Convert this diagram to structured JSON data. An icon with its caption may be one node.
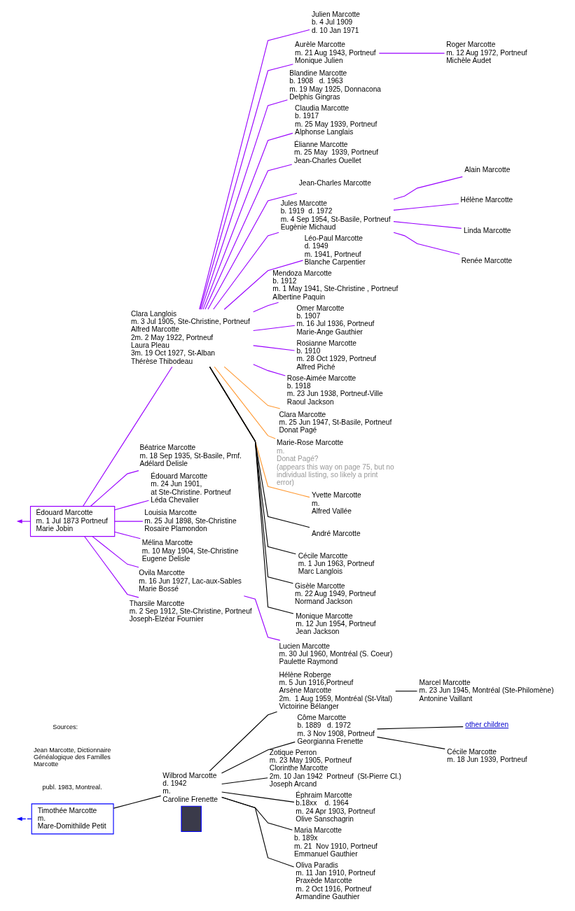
{
  "diagram": {
    "nodes": [
      {
        "text": [
          "Timothée Marcotte",
          "m.",
          "Mare-Domithilde Petit"
        ]
      },
      {
        "text": [],
        "shape": "box"
      },
      {
        "text": [
          "Wilbrod Marcotte",
          "d. 1942",
          "m.",
          "Caroline Frenette"
        ]
      },
      {
        "text": [
          "Hélène Roberge",
          "m. 5 Jun 1916,Portneuf",
          "Arsène Marcotte",
          "2m.  1 Aug 1959, Montréal (St-Vital)",
          "Victoirine Bélanger"
        ]
      },
      {
        "text": [
          "Marcel Marcotte",
          "m. 23 Jun 1945, Montréal (Ste-Philomène)",
          "Antonine Vaillant"
        ]
      },
      {
        "text": [
          "Côme Marcotte",
          "b. 1889   d. 1972",
          "m. 3 Nov 1908, Portneuf",
          "Georgianna Frenette"
        ]
      },
      {
        "text": [
          "other children"
        ]
      },
      {
        "text": [
          "Cécile Marcotte",
          "m. 18 Jun 1939, Portneuf"
        ]
      },
      {
        "text": [
          "Julien Marcotte",
          "b. 4 Jul 1909",
          "d. 10 Jan 1971"
        ]
      },
      {
        "text": [
          "Zotique Perron",
          "m. 23 May 1905, Portneuf",
          "Clorinthe Marcotte",
          "2m. 10 Jan 1942  Portneuf  (St-Pierre Cl.)",
          "Joseph Arcand"
        ]
      },
      {
        "text": [
          "Aurèle Marcotte",
          "m. 21 Aug 1943, Portneuf",
          "Monique Julien"
        ]
      },
      {
        "text": [
          "Roger Marcotte",
          "m. 12 Aug 1972, Portneuf",
          "Michèle Audet"
        ]
      },
      {
        "text": [
          "Blandine Marcotte",
          "b. 1908   d. 1963",
          "m. 19 May 1925, Donnacona",
          "Delphis Gingras"
        ]
      },
      {
        "text": [
          "Éphraim Marcotte",
          "b.18xx    d. 1964",
          "m. 24 Apr 1903, Portneuf",
          "Olive Sanschagrin"
        ]
      },
      {
        "text": [
          "Claudia Marcotte",
          "b. 1917",
          "m. 25 May 1939, Portneuf",
          "Alphonse Langlais"
        ]
      },
      {
        "text": [
          "Maria Marcotte",
          "b. 189x",
          "m. 21  Nov 1910, Portneuf",
          "Emmanuel Gauthier"
        ]
      },
      {
        "text": [
          "Élianne Marcotte",
          "m. 25 May  1939, Portneuf",
          "Jean-Charles Ouellet"
        ]
      },
      {
        "text": [
          "Oliva Paradis",
          "m. 11 Jan 1910, Portneuf",
          "Praxède Marcotte",
          "m. 2 Oct 1916, Portneuf",
          "Armandine Gauthier"
        ]
      },
      {
        "text": [
          "Jean-Charles Marcotte"
        ]
      },
      {
        "text": [
          "Jules Marcotte",
          "b. 1919  d. 1972",
          "m. 4 Sep 1954, St-Basile, Portneuf",
          "Eugènie Michaud"
        ]
      },
      {
        "text": [
          "Alain Marcotte"
        ]
      },
      {
        "text": [
          "Hélène Marcotte"
        ]
      },
      {
        "text": [
          "Linda Marcotte"
        ]
      },
      {
        "text": [
          "Renée Marcotte"
        ]
      },
      {
        "text": [
          "Léo-Paul Marcotte",
          "d. 1949",
          "m. 1941, Portneuf",
          "Blanche Carpentier"
        ]
      },
      {
        "text": [
          "Mendoza Marcotte",
          "b. 1912",
          "m. 1 May 1941, Ste-Christine , Portneuf",
          "Albertine Paquin"
        ]
      },
      {
        "text": [
          "Omer Marcotte",
          "b. 1907",
          "m. 16 Jul 1936, Portneuf",
          "Marie-Ange Gauthier"
        ]
      },
      {
        "text": [
          "Clara Langlois",
          "m. 3 Jul 1905, Ste-Christine, Portneuf",
          "Alfred Marcotte",
          "2m. 2 May 1922, Portneuf",
          "Laura Pleau",
          "3m. 19 Oct 1927, St-Alban",
          "Thérèse Thibodeau"
        ]
      },
      {
        "text": [
          "Rosianne Marcotte",
          "b. 1910",
          "m. 28 Oct 1929, Portneuf",
          "Alfred Piché"
        ]
      },
      {
        "text": [
          "Rose-Aimée Marcotte",
          "b. 1918",
          "m. 23 Jun 1938, Portneuf-Ville",
          "Raoul Jackson"
        ]
      },
      {
        "text": [
          "Béatrice Marcotte",
          "m. 18 Sep 1935, St-Basile, Prnf.",
          "Adélard Delisle"
        ]
      },
      {
        "text": [
          "Édouard Marcotte",
          "m. 1 Jul 1873 Portneuf",
          "Marie Jobin"
        ]
      },
      {
        "text": [
          "Clara Marcotte",
          "m. 25 Jun 1947, St-Basile, Portneuf",
          "Donat Pagé"
        ]
      },
      {
        "text": [
          "Édouard Marcotte",
          "m. 24 Jun 1901,",
          "at Ste-Christine. Portneuf",
          "Léda Chevalier"
        ]
      },
      {
        "text": [
          "Marie-Rose Marcotte",
          "m.",
          "Donat Pagé?",
          "(appears this way on page 75, but no individual listing, so likely a print error)"
        ]
      },
      {
        "text": [
          "Louisia Marcotte",
          "m. 25 Jul 1898, Ste-Christine",
          "Rosaire Plamondon"
        ]
      },
      {
        "text": [
          "Mélina Marcotte",
          "m. 10 May 1904, Ste-Christine",
          "Eugene Delisle"
        ]
      },
      {
        "text": [
          "Yvette Marcotte",
          "m.",
          "Alfred Vallée"
        ]
      },
      {
        "text": [
          "André Marcotte"
        ]
      },
      {
        "text": [
          "Cécile Marcotte",
          "m. 1 Jun 1963, Portneuf",
          "Marc Langlois"
        ]
      },
      {
        "text": [
          "Gisèle Marcotte",
          "m. 22 Aug 1949, Portneuf",
          "Normand Jackson"
        ]
      },
      {
        "text": [
          "Monique Marcotte",
          "m. 12 Jun 1954, Portneuf",
          "Jean Jackson"
        ]
      },
      {
        "text": [
          "Ovila Marcotte",
          "m. 16 Jun 1927, Lac-aux-Sables",
          "Marie Bossé"
        ]
      },
      {
        "text": [
          "Lucien Marcotte",
          "m. 30 Jul 1960, Montréal (S. Coeur)",
          "Paulette Raymond"
        ]
      },
      {
        "text": [
          "Tharsile Marcotte",
          "m. 2 Sep 1912, Ste-Christine, Portneuf",
          "Joseph-Elzéar Fournier"
        ]
      }
    ],
    "edges": [
      {
        "from": 0,
        "to": null,
        "arrow": "to",
        "style": "dashed",
        "color": "#0000ff"
      },
      {
        "from": 0,
        "to": 2,
        "arrow": "none",
        "color": "#000000"
      },
      {
        "from": 2,
        "to": 3,
        "arrow": "none",
        "color": "#000000"
      },
      {
        "from": 2,
        "to": 5,
        "arrow": "none",
        "color": "#000000"
      },
      {
        "from": 2,
        "to": 9,
        "arrow": "none",
        "color": "#000000"
      },
      {
        "from": 2,
        "to": 13,
        "arrow": "none",
        "color": "#000000"
      },
      {
        "from": 2,
        "to": 15,
        "arrow": "none",
        "color": "#000000"
      },
      {
        "from": 2,
        "to": 17,
        "arrow": "none",
        "color": "#000000"
      },
      {
        "from": 3,
        "to": 4,
        "arrow": "none",
        "color": "#000000"
      },
      {
        "from": 5,
        "to": 6,
        "arrow": "none",
        "color": "#000000"
      },
      {
        "from": 5,
        "to": 7,
        "arrow": "none",
        "color": "#000000"
      },
      {
        "from": 27,
        "to": 8,
        "arrow": "none"
      },
      {
        "from": 27,
        "to": 10,
        "arrow": "none"
      },
      {
        "from": 27,
        "to": 12,
        "arrow": "none"
      },
      {
        "from": 27,
        "to": 14,
        "arrow": "none"
      },
      {
        "from": 27,
        "to": 16,
        "arrow": "none"
      },
      {
        "from": 27,
        "to": 18,
        "arrow": "none"
      },
      {
        "from": 27,
        "to": 19,
        "arrow": "none"
      },
      {
        "from": 27,
        "to": 24,
        "arrow": "none"
      },
      {
        "from": 27,
        "to": 25,
        "arrow": "none"
      },
      {
        "from": 27,
        "to": 26,
        "arrow": "none"
      },
      {
        "from": 27,
        "to": 28,
        "arrow": "none"
      },
      {
        "from": 27,
        "to": 29,
        "arrow": "none"
      },
      {
        "from": 10,
        "to": 11,
        "arrow": "none"
      },
      {
        "from": 19,
        "to": 20,
        "arrow": "none"
      },
      {
        "from": 19,
        "to": 21,
        "arrow": "none"
      },
      {
        "from": 19,
        "to": 22,
        "arrow": "none"
      },
      {
        "from": 19,
        "to": 23,
        "arrow": "none"
      },
      {
        "from": 31,
        "to": null,
        "arrow": "to"
      },
      {
        "from": 31,
        "to": 27,
        "arrow": "none"
      },
      {
        "from": 31,
        "to": 30,
        "arrow": "none"
      },
      {
        "from": 31,
        "to": 33,
        "arrow": "none"
      },
      {
        "from": 31,
        "to": 35,
        "arrow": "none"
      },
      {
        "from": 31,
        "to": 36,
        "arrow": "none"
      },
      {
        "from": 31,
        "to": 42,
        "arrow": "none"
      },
      {
        "from": 31,
        "to": 44,
        "arrow": "none"
      },
      {
        "from": 27,
        "to": 32,
        "arrow": "none",
        "color": "#ff9933"
      },
      {
        "from": 27,
        "to": 34,
        "arrow": "none",
        "color": "#ff9933"
      },
      {
        "from": 27,
        "to": 37,
        "arrow": "none",
        "color": "#ff9933"
      },
      {
        "from": 27,
        "to": 38,
        "arrow": "none",
        "color": "#000000"
      },
      {
        "from": 27,
        "to": 39,
        "arrow": "none",
        "color": "#000000"
      },
      {
        "from": 27,
        "to": 40,
        "arrow": "none",
        "color": "#000000"
      },
      {
        "from": 27,
        "to": 41,
        "arrow": "none",
        "color": "#000000"
      },
      {
        "from": 42,
        "to": 43,
        "arrow": "none"
      }
    ],
    "labels": [
      "Sources:",
      "Jean Marcotte, Dictionnaire Généalogique des Familles Marcotte",
      "publ. 1983, Montreal."
    ]
  }
}
